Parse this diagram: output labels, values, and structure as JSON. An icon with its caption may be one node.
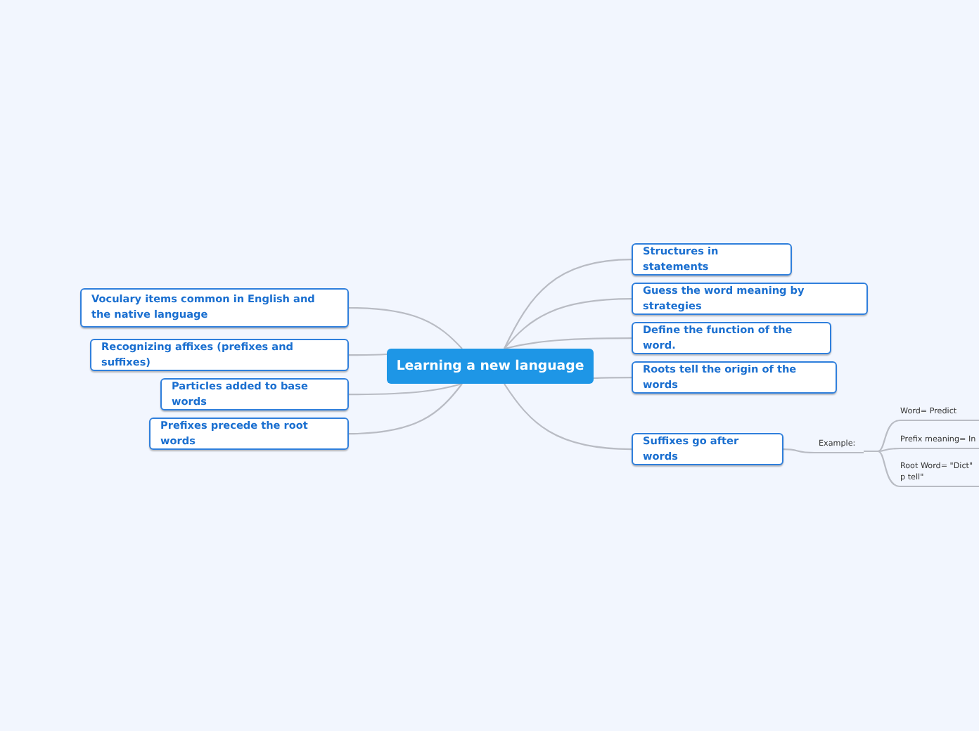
{
  "diagram": {
    "nodes": [
      {
        "text": [
          "Learning a new language"
        ]
      },
      {
        "text": [
          "Voculary items common in English and the native language"
        ]
      },
      {
        "text": [
          "Recognizing affixes (prefixes and suffixes)"
        ]
      },
      {
        "text": [
          "Particles added to base words"
        ]
      },
      {
        "text": [
          "Prefixes precede the root words"
        ]
      },
      {
        "text": [
          "Structures in statements"
        ]
      },
      {
        "text": [
          "Guess the word meaning by strategies"
        ]
      },
      {
        "text": [
          "Define the function of the word."
        ]
      },
      {
        "text": [
          "Roots tell the origin of the words"
        ]
      },
      {
        "text": [
          "Suffixes go after words"
        ]
      },
      {
        "text": [
          "Example:"
        ]
      },
      {
        "text": [
          "Word= Predict"
        ]
      },
      {
        "text": [
          "Prefix meaning= In"
        ]
      },
      {
        "text": [
          "Root Word= \"Dict\" p tell\""
        ]
      }
    ],
    "edges": [
      {
        "from": 0,
        "to": 1,
        "arrow": "none"
      },
      {
        "from": 0,
        "to": 2,
        "arrow": "none"
      },
      {
        "from": 0,
        "to": 3,
        "arrow": "none"
      },
      {
        "from": 0,
        "to": 4,
        "arrow": "none"
      },
      {
        "from": 0,
        "to": 5,
        "arrow": "none"
      },
      {
        "from": 0,
        "to": 6,
        "arrow": "none"
      },
      {
        "from": 0,
        "to": 7,
        "arrow": "none"
      },
      {
        "from": 0,
        "to": 8,
        "arrow": "none"
      },
      {
        "from": 0,
        "to": 9,
        "arrow": "none"
      },
      {
        "from": 9,
        "to": 10,
        "arrow": "none"
      },
      {
        "from": 10,
        "to": 11,
        "arrow": "none"
      },
      {
        "from": 10,
        "to": 12,
        "arrow": "none"
      },
      {
        "from": 10,
        "to": 13,
        "arrow": "none"
      }
    ]
  }
}
